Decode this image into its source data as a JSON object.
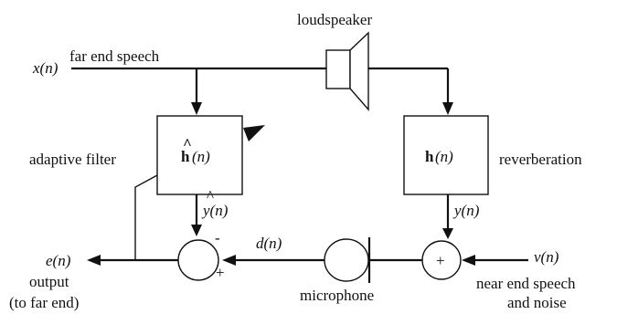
{
  "signals": {
    "x": "x(n)",
    "e": "e(n)",
    "d": "d(n)",
    "y": "y(n)",
    "v": "v(n)",
    "y_hat": "y(n)",
    "hat_mark": "^"
  },
  "labels": {
    "far_end_speech": "far end speech",
    "loudspeaker": "loudspeaker",
    "adaptive_filter": "adaptive filter",
    "reverberation": "reverberation",
    "output": "output",
    "to_far_end": "(to far end)",
    "microphone": "microphone",
    "near_end_line1": "near end speech",
    "near_end_line2": "and noise"
  },
  "blocks": {
    "adaptive": {
      "symbol": "h",
      "arg": "(n)",
      "hat_mark": "^"
    },
    "room": {
      "symbol": "h",
      "arg": "(n)"
    }
  },
  "junctions": {
    "sum_left_minus": "-",
    "sum_left_plus": "+",
    "sum_right_plus": "+"
  }
}
